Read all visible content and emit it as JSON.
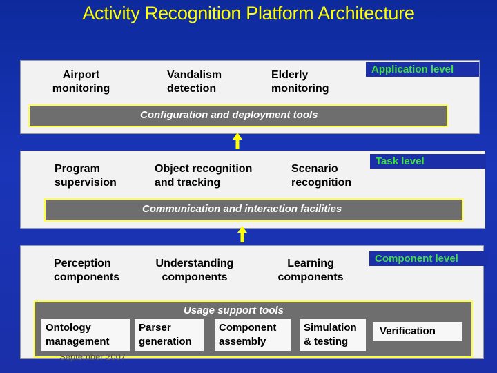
{
  "title": "Activity Recognition Platform Architecture",
  "application": {
    "level_label": "Application level",
    "items": [
      "Airport\nmonitoring",
      "Vandalism\ndetection",
      "Elderly\nmonitoring"
    ],
    "tools_label": "Configuration and deployment tools"
  },
  "task": {
    "level_label": "Task level",
    "items": [
      "Program\nsupervision",
      "Object recognition\nand tracking",
      "Scenario\nrecognition"
    ],
    "tools_label": "Communication and interaction facilities"
  },
  "component": {
    "level_label": "Component level",
    "items": [
      "Perception\ncomponents",
      "Understanding\ncomponents",
      "Learning\ncomponents"
    ],
    "tools_label": "Usage support tools",
    "tools": [
      "Ontology\nmanagement",
      "Parser\ngeneration",
      "Component\nassembly",
      "Simulation\n& testing",
      "Verification"
    ]
  },
  "footer": "September 2007"
}
